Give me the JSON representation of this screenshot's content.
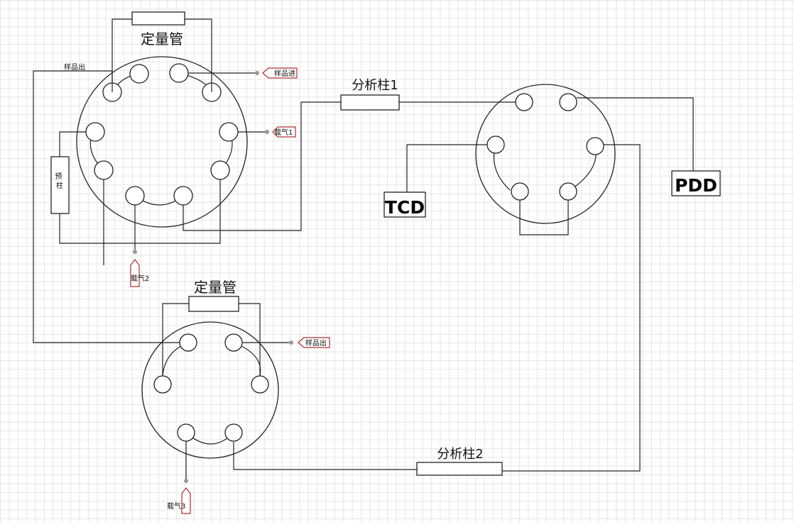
{
  "labels": {
    "quant_tube_1": "定量管",
    "quant_tube_2": "定量管",
    "sample_out_top": "样品出",
    "sample_in": "样品进",
    "pre_column": "预柱",
    "carrier_gas_1": "载气1",
    "carrier_gas_2": "载气2",
    "carrier_gas_3": "载气3",
    "sample_out_bottom": "样品出",
    "column_1": "分析柱1",
    "column_2": "分析柱2",
    "tcd": "TCD",
    "pdd": "PDD"
  },
  "colors": {
    "line": "#222222",
    "tag_border": "#b03030",
    "grid": "#e6e6e6"
  }
}
